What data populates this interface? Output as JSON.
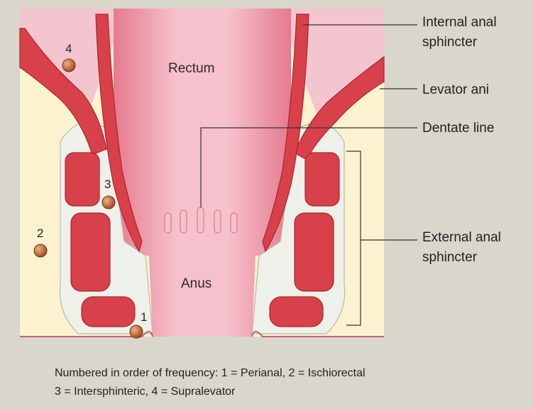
{
  "labels": {
    "internal_sphincter_line1": "Internal anal",
    "internal_sphincter_line2": "sphincter",
    "levator_ani": "Levator ani",
    "dentate_line": "Dentate line",
    "external_sphincter_line1": "External anal",
    "external_sphincter_line2": "sphincter",
    "rectum": "Rectum",
    "anus": "Anus"
  },
  "abscess_markers": {
    "m1": "1",
    "m2": "2",
    "m3": "3",
    "m4": "4"
  },
  "caption": {
    "line1": "Numbered in order of frequency: 1 = Perianal, 2 = Ischiorectal",
    "line2": "3 = Intersphinteric, 4 = Supralevator"
  },
  "colors": {
    "background": "#d9d6cc",
    "fat": "#fbf3d0",
    "muscle": "#d8404a",
    "muscle_dark": "#a82830",
    "mucosa": "#f0a8b8",
    "fascia": "#eef0ea",
    "abscess": "#c8683a"
  }
}
